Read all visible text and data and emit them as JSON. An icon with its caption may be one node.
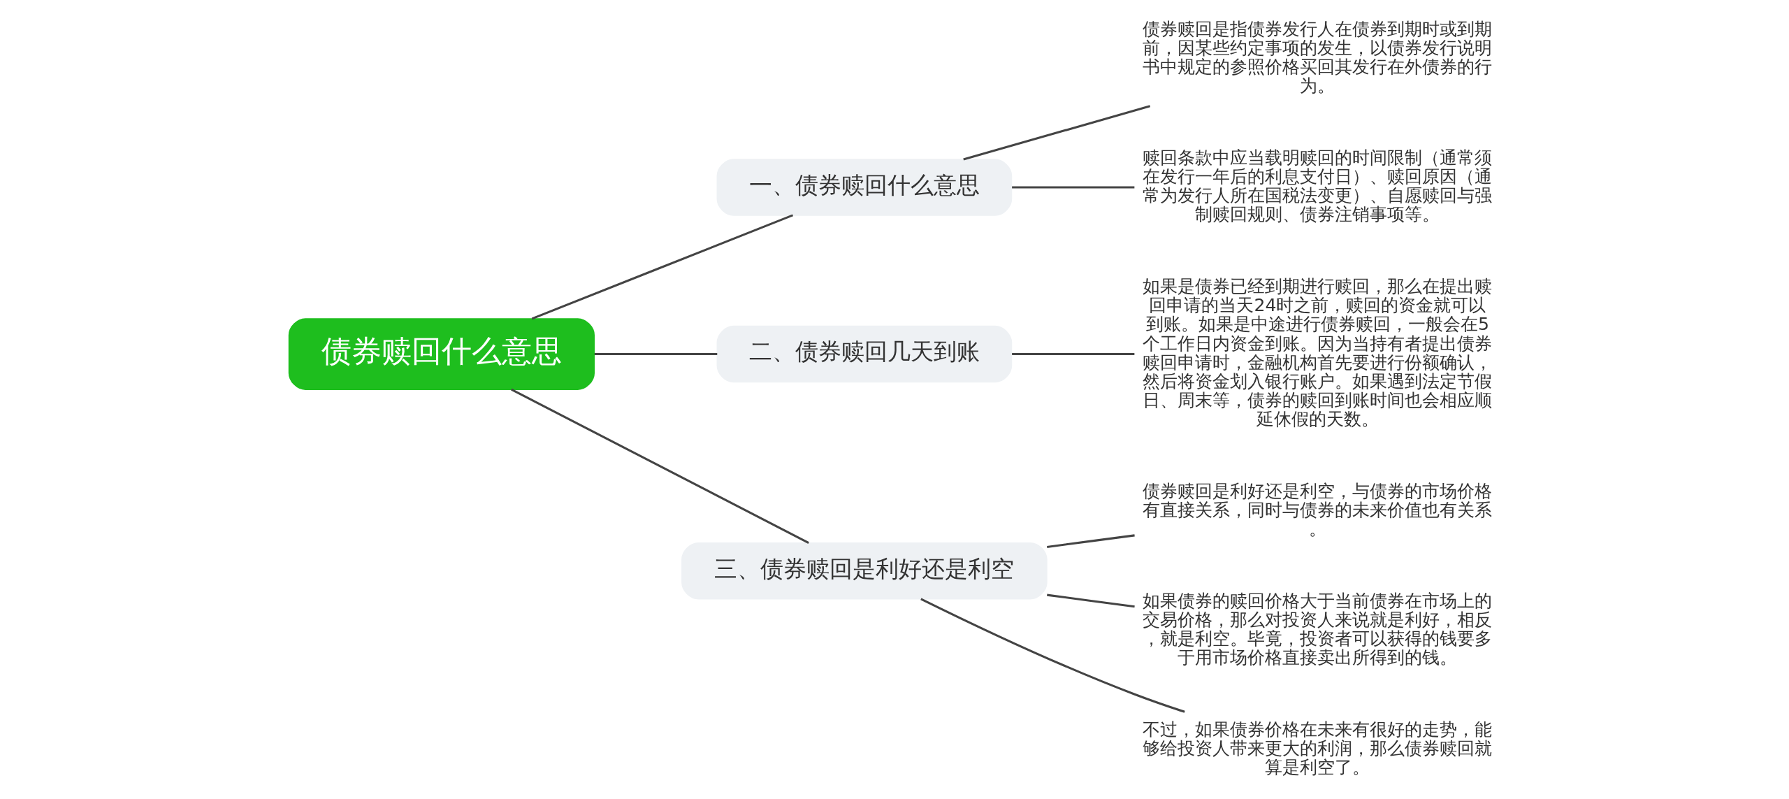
{
  "diagram": {
    "nodes": [
      {
        "text": [
          "债券赎回什么意思"
        ]
      },
      {
        "text": [
          "一、债券赎回什么意思"
        ]
      },
      {
        "text": [
          "债券赎回是指债券发行人在债券到期时或到期前，因某些约定事项的发生，以债券发行说明书中规定的参照价格买回其发行在外债券的行为。"
        ]
      },
      {
        "text": [
          "赎回条款中应当载明赎回的时间限制（通常须在发行一年后的利息支付日）、赎回原因（通常为发行人所在国税法变更）、自愿赎回与强制赎回规则、债券注销事项等。"
        ]
      },
      {
        "text": [
          "二、债券赎回几天到账"
        ]
      },
      {
        "text": [
          "如果是债券已经到期进行赎回，那么在提出赎回申请的当天24时之前，赎回的资金就可以到账。如果是中途进行债券赎回，一般会在5个工作日内资金到账。因为当持有者提出债券赎回申请时，金融机构首先要进行份额确认，然后将资金划入银行账户。如果遇到法定节假日、周末等，债券的赎回到账时间也会相应顺延休假的天数。"
        ]
      },
      {
        "text": [
          "三、债券赎回是利好还是利空"
        ]
      },
      {
        "text": [
          "债券赎回是利好还是利空，与债券的市场价格有直接关系，同时与债券的未来价值也有关系。"
        ]
      },
      {
        "text": [
          "如果债券的赎回价格大于当前债券在市场上的交易价格，那么对投资人来说就是利好，相反，就是利空。毕竟，投资者可以获得的钱要多于用市场价格直接卖出所得到的钱。"
        ]
      },
      {
        "text": [
          "不过，如果债券价格在未来有很好的走势，能够给投资人带来更大的利润，那么债券赎回就算是利空了。"
        ]
      }
    ],
    "edges": [
      {
        "from": 0,
        "to": 1,
        "arrow": "none"
      },
      {
        "from": 1,
        "to": 2,
        "arrow": "none"
      },
      {
        "from": 1,
        "to": 3,
        "arrow": "none"
      },
      {
        "from": 0,
        "to": 4,
        "arrow": "none"
      },
      {
        "from": 4,
        "to": 5,
        "arrow": "none"
      },
      {
        "from": 0,
        "to": 6,
        "arrow": "none"
      },
      {
        "from": 6,
        "to": 7,
        "arrow": "none"
      },
      {
        "from": 6,
        "to": 8,
        "arrow": "none"
      },
      {
        "from": 6,
        "to": 9,
        "arrow": "none"
      }
    ]
  }
}
